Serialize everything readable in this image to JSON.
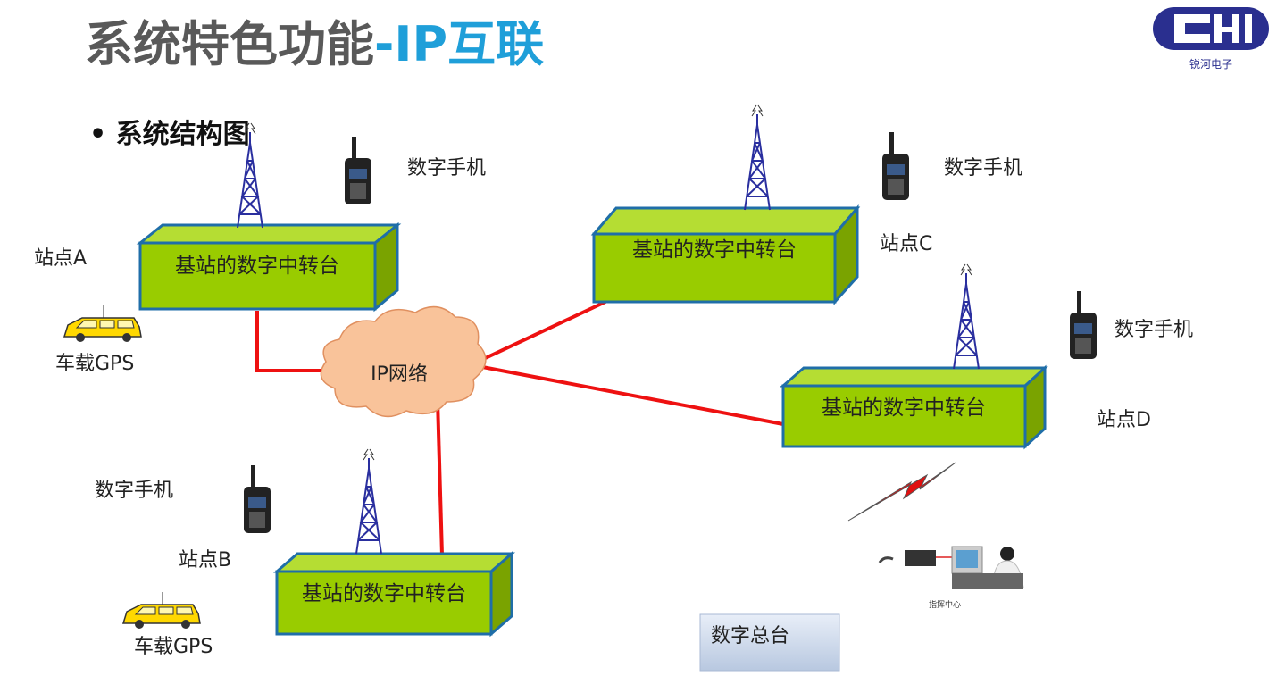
{
  "title": {
    "main": "系统特色功能",
    "accent": "-IP互联",
    "main_color": "#595959",
    "accent_color": "#1f9fd9"
  },
  "logo": {
    "letters": "CHI",
    "company": "锐河电子",
    "color": "#2a2f8f"
  },
  "bullet": "系统结构图",
  "network": {
    "label": "IP网络",
    "cloud_color": "#f9c39a",
    "link_color": "#ee1111"
  },
  "stations": [
    {
      "name": "站点A",
      "repeater": "基站的数字中转台",
      "handset": "数字手机",
      "vehicle": "车载GPS"
    },
    {
      "name": "站点B",
      "repeater": "基站的数字中转台",
      "handset": "数字手机",
      "vehicle": "车载GPS"
    },
    {
      "name": "站点C",
      "repeater": "基站的数字中转台",
      "handset": "数字手机"
    },
    {
      "name": "站点D",
      "repeater": "基站的数字中转台",
      "handset": "数字手机"
    }
  ],
  "dispatch": {
    "center_label": "指挥中心",
    "console": "数字总台"
  },
  "colors": {
    "box_face": "#99cc00",
    "box_edge": "#1f6ea8",
    "tower": "#2a2f9f"
  }
}
